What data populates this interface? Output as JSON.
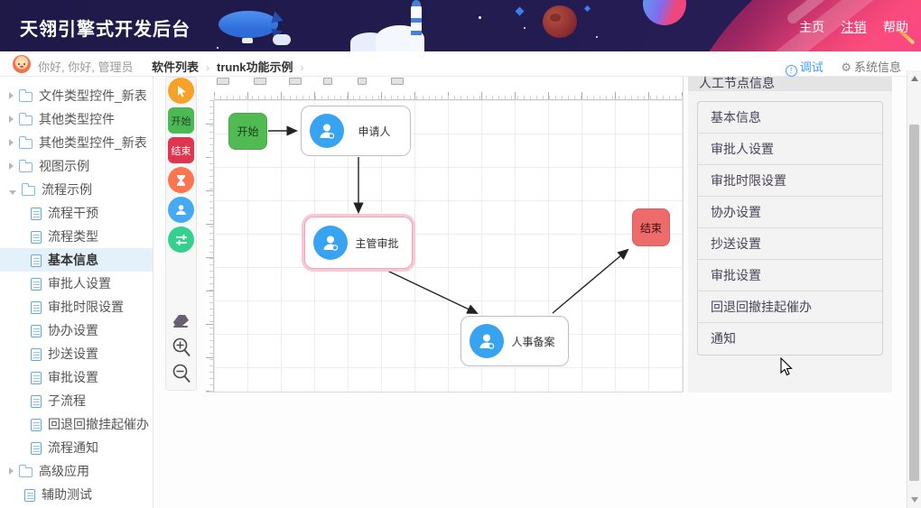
{
  "header": {
    "title": "天翎引擎式开发后台",
    "nav": [
      "主页",
      "注销",
      "帮助"
    ]
  },
  "breadcrumb": {
    "greeting": "你好, 你好, 管理员",
    "crumbs": [
      "软件列表",
      "trunk功能示例"
    ],
    "debug_label": "调试",
    "debug_icon": "!",
    "system_info_label": "系统信息",
    "gear_glyph": "⚙"
  },
  "sidebar": {
    "items": [
      {
        "label": "文件类型控件_新表",
        "type": "folder"
      },
      {
        "label": "其他类型控件",
        "type": "folder"
      },
      {
        "label": "其他类型控件_新表",
        "type": "folder"
      },
      {
        "label": "视图示例",
        "type": "folder"
      },
      {
        "label": "流程示例",
        "type": "folder",
        "expanded": true
      },
      {
        "label": "流程干预",
        "type": "doc"
      },
      {
        "label": "流程类型",
        "type": "doc"
      },
      {
        "label": "基本信息",
        "type": "doc",
        "selected": true
      },
      {
        "label": "审批人设置",
        "type": "doc"
      },
      {
        "label": "审批时限设置",
        "type": "doc"
      },
      {
        "label": "协办设置",
        "type": "doc"
      },
      {
        "label": "抄送设置",
        "type": "doc"
      },
      {
        "label": "审批设置",
        "type": "doc"
      },
      {
        "label": "子流程",
        "type": "doc"
      },
      {
        "label": "回退回撤挂起催办",
        "type": "doc"
      },
      {
        "label": "流程通知",
        "type": "doc"
      },
      {
        "label": "高级应用",
        "type": "folder"
      },
      {
        "label": "辅助测试",
        "type": "doc"
      }
    ]
  },
  "palette": {
    "start_label": "开始",
    "end_label": "结束"
  },
  "canvas": {
    "nodes": [
      {
        "label": "开始",
        "type": "start"
      },
      {
        "label": "申请人",
        "type": "user"
      },
      {
        "label": "主管审批",
        "type": "user",
        "selected": true
      },
      {
        "label": "人事备案",
        "type": "user"
      },
      {
        "label": "结束",
        "type": "end"
      }
    ]
  },
  "panel": {
    "title": "人工节点信息",
    "items": [
      "基本信息",
      "审批人设置",
      "审批时限设置",
      "协办设置",
      "抄送设置",
      "审批设置",
      "回退回撤挂起催办",
      "通知"
    ]
  },
  "colors": {
    "header_bg": "#221c50",
    "accent_blue": "#409eff",
    "node_icon_blue": "#38a3f1",
    "start_green": "#52ba52",
    "end_red": "#ee6b6b",
    "selection_pink": "#f8c9d5"
  }
}
